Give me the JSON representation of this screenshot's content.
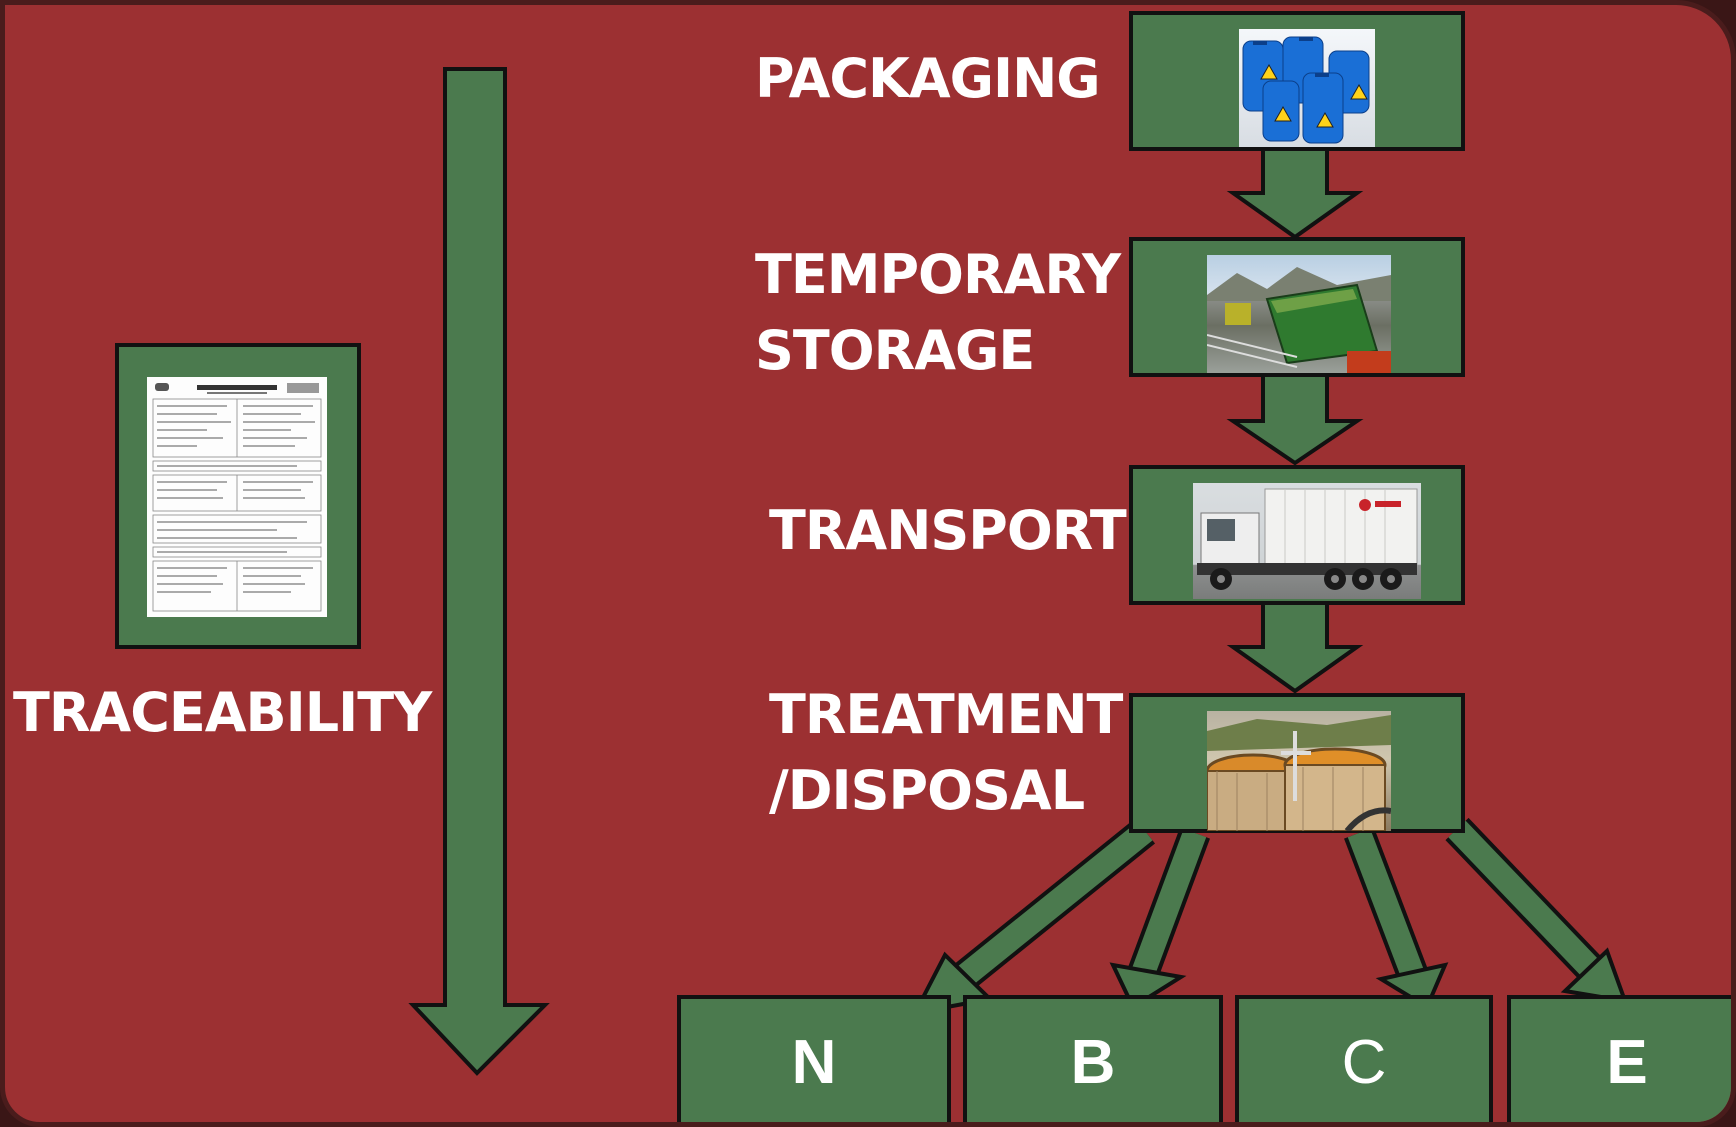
{
  "colors": {
    "background": "#9c3032",
    "box_fill": "#4b7a4e",
    "border": "#111111",
    "text": "#ffffff"
  },
  "left": {
    "label": "TRACEABILITY",
    "document_image": "waste-tracking-form"
  },
  "stages": [
    {
      "label_lines": [
        "PACKAGING"
      ],
      "image": "blue-chemical-drums"
    },
    {
      "label_lines": [
        "TEMPORARY",
        "STORAGE"
      ],
      "image": "waste-storage-container"
    },
    {
      "label_lines": [
        "TRANSPORT"
      ],
      "image": "waste-transport-truck"
    },
    {
      "label_lines": [
        "TREATMENT",
        "/DISPOSAL"
      ],
      "image": "treatment-tanks"
    }
  ],
  "outcomes": [
    "N",
    "B",
    "C",
    "E"
  ]
}
